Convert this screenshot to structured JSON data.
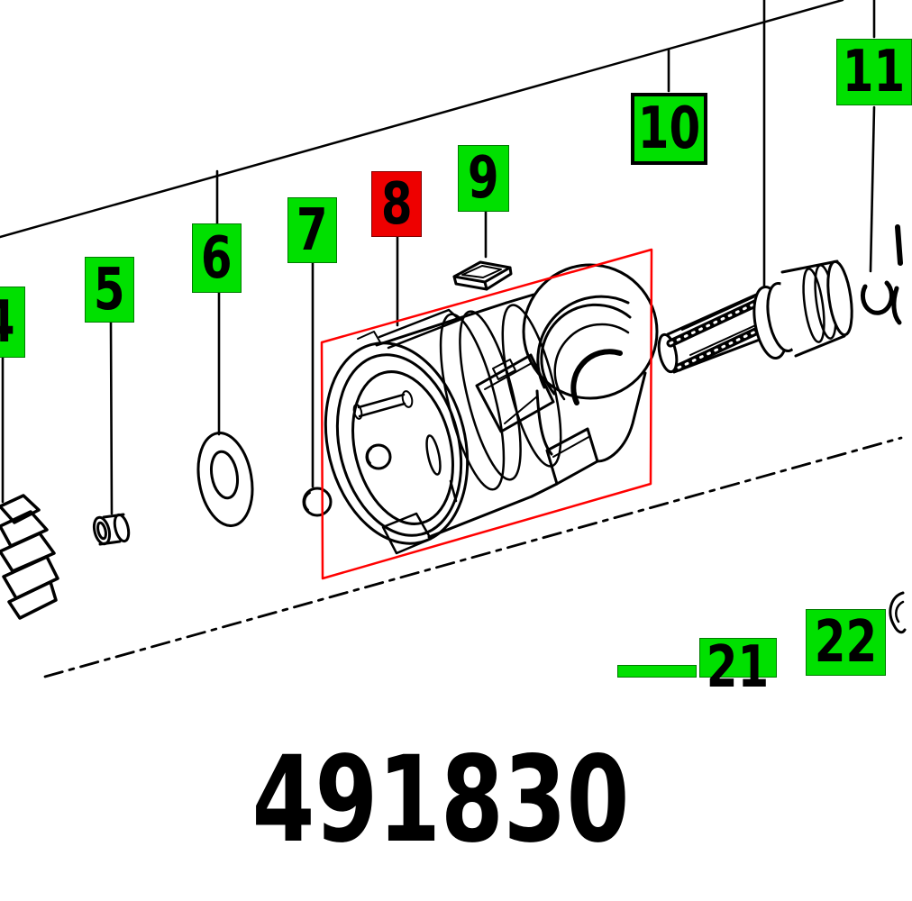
{
  "diagram": {
    "part_labels": {
      "l4": "4",
      "l5": "5",
      "l6": "6",
      "l7": "7",
      "l8": "8",
      "l9": "9",
      "l10": "10",
      "l11": "11",
      "l21": "21",
      "l22": "22"
    },
    "highlighted_label_id": "8",
    "part_icons": [
      "bevel-gear",
      "cylindrical-pin",
      "washer",
      "detent-ball",
      "spring-clip",
      "gear-housing",
      "spindle-shaft",
      "snap-ring"
    ],
    "colors": {
      "label_green": "#00e000",
      "label_red": "#ee0000",
      "highlight_red": "#ff0000",
      "line_black": "#000000",
      "background": "#ffffff"
    }
  },
  "caption": {
    "part_number": "491830"
  }
}
